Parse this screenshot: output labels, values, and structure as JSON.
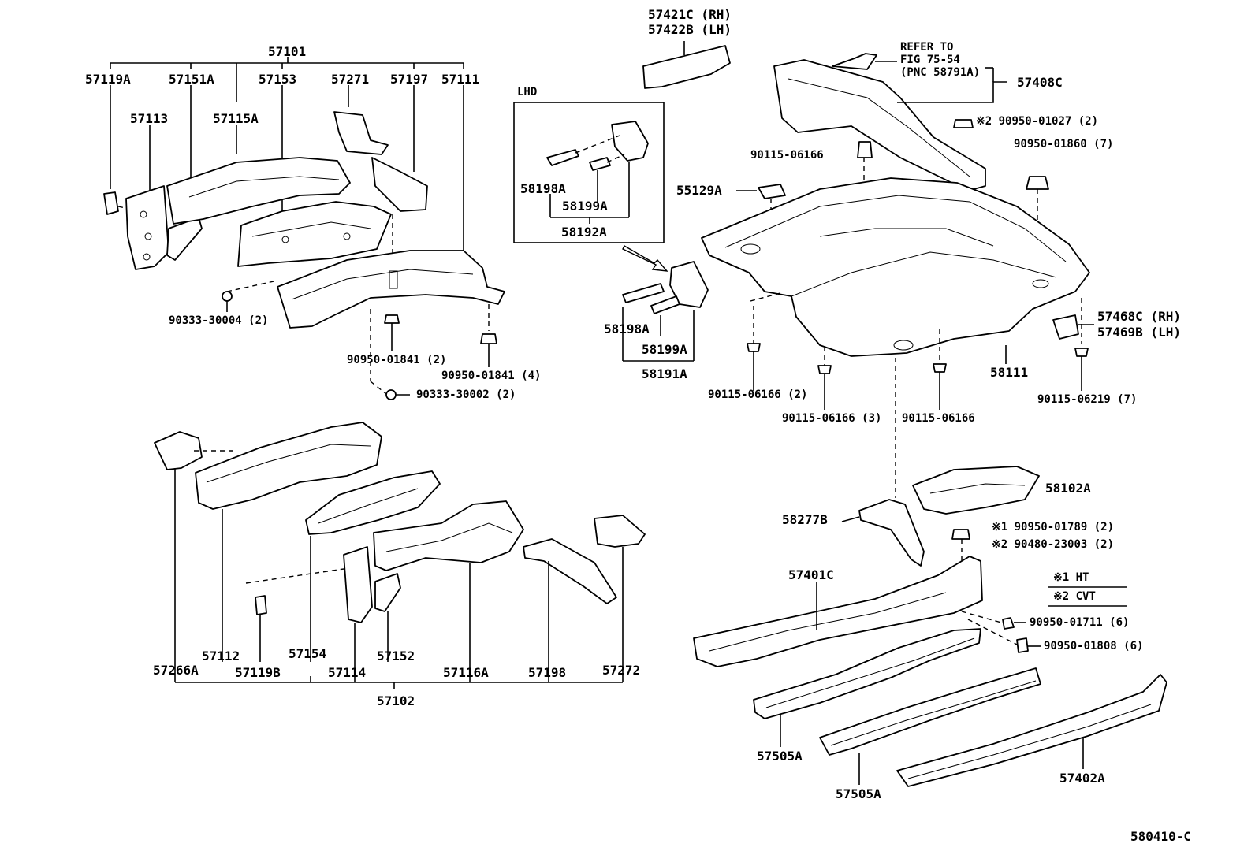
{
  "labels": {
    "p57101": "57101",
    "p57119A": "57119A",
    "p57151A": "57151A",
    "p57153": "57153",
    "p57271": "57271",
    "p57197": "57197",
    "p57111": "57111",
    "p57113": "57113",
    "p57115A": "57115A",
    "p90333_30004": "90333-30004 (2)",
    "p90950_01841_2": "90950-01841 (2)",
    "p90950_01841_4": "90950-01841 (4)",
    "p90333_30002": "90333-30002 (2)",
    "lhd": "LHD",
    "p58198A_box": "58198A",
    "p58199A_box": "58199A",
    "p58192A": "58192A",
    "p58198A": "58198A",
    "p58199A": "58199A",
    "p58191A": "58191A",
    "p57421C": "57421C (RH)",
    "p57422B": "57422B (LH)",
    "refer_to": "REFER TO",
    "fig": "FIG 75-54",
    "pnc": "(PNC 58791A)",
    "p57408C": "57408C",
    "p90950_01027": "※2  90950-01027 (2)",
    "p90950_01860": "90950-01860 (7)",
    "p90115_06166_top": "90115-06166",
    "p55129A": "55129A",
    "p57468C": "57468C (RH)",
    "p57469B": "57469B (LH)",
    "p58111": "58111",
    "p90115_06166_2": "90115-06166 (2)",
    "p90115_06166_3": "90115-06166 (3)",
    "p90115_06166_b": "90115-06166",
    "p90115_06219": "90115-06219 (7)",
    "p58102A": "58102A",
    "p58277B": "58277B",
    "p90950_01789": "※1  90950-01789 (2)",
    "p90480_23003": "※2  90480-23003 (2)",
    "p57401C": "57401C",
    "legend_ht": "※1  HT",
    "legend_cvt": "※2  CVT",
    "p90950_01711": "90950-01711 (6)",
    "p90950_01808": "90950-01808 (6)",
    "p57505A_1": "57505A",
    "p57505A_2": "57505A",
    "p57402A": "57402A",
    "p57112": "57112",
    "p57154": "57154",
    "p57152": "57152",
    "p57266A": "57266A",
    "p57119B": "57119B",
    "p57114": "57114",
    "p57116A": "57116A",
    "p57198": "57198",
    "p57272": "57272",
    "p57102": "57102",
    "figure_code": "580410-C"
  }
}
